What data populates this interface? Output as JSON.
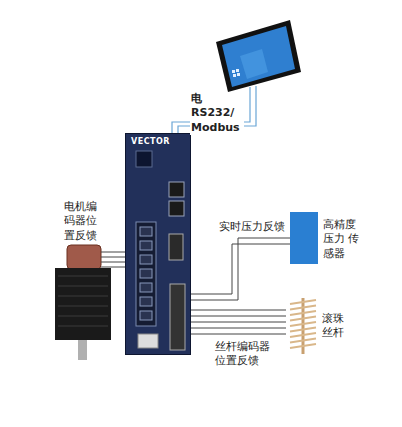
{
  "diagram": {
    "nodes": [
      {
        "text": [
          "VECTOR"
        ]
      },
      {
        "text": [
          "电机编码器位置反馈"
        ]
      },
      {
        "text": [
          "高精度 压力 传感器"
        ]
      },
      {
        "text": [
          "滚珠 丝杆"
        ]
      }
    ],
    "edges": [
      {
        "from": 1,
        "to": 0,
        "arrow": "none"
      },
      {
        "from": 2,
        "to": 0,
        "label": "实时压力反馈",
        "arrow": "none"
      },
      {
        "from": 3,
        "to": 0,
        "label": "丝杆编码器 位置反馈",
        "arrow": "none"
      }
    ],
    "labels": [
      "电RS232/ Modbus"
    ]
  }
}
